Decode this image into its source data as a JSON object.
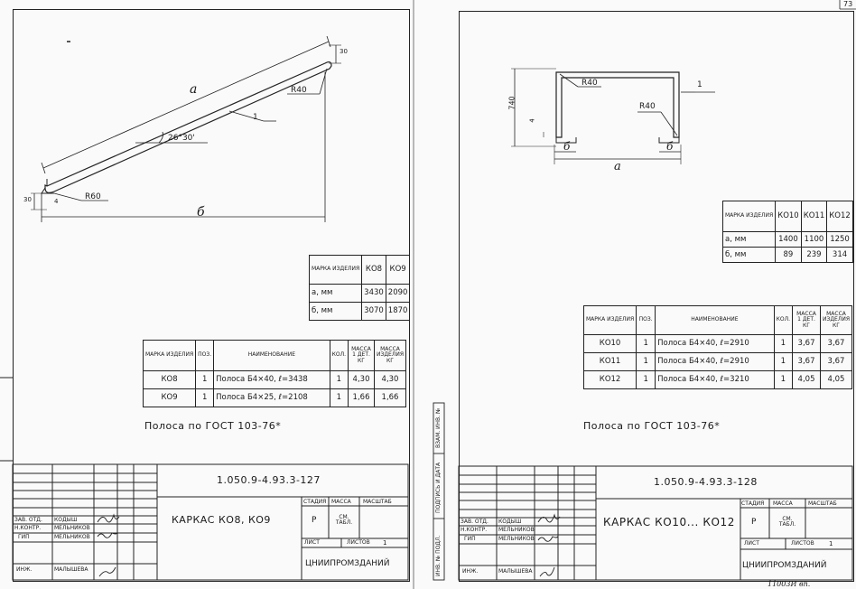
{
  "corner_number": "73",
  "bottom_code": "11003И вп.",
  "left_sheet": {
    "dims": {
      "a": "а",
      "b": "б",
      "r40": "R40",
      "r60": "R60",
      "angle": "26°30'",
      "pos1": "1",
      "h30a": "30",
      "h30b": "30",
      "w4": "4"
    },
    "dim_table": {
      "header": [
        "МАРКА ИЗДЕЛИЯ",
        "КО8",
        "КО9"
      ],
      "rows": [
        [
          "а, мм",
          "3430",
          "2090"
        ],
        [
          "б, мм",
          "3070",
          "1870"
        ]
      ]
    },
    "spec_table": {
      "header": [
        "МАРКА ИЗДЕЛИЯ",
        "ПОЗ.",
        "НАИМЕНОВАНИЕ",
        "КОЛ.",
        "МАССА 1 ДЕТ. КГ",
        "МАССА ИЗДЕЛИЯ КГ"
      ],
      "rows": [
        [
          "КО8",
          "1",
          "Полоса Б4×40, ℓ=3438",
          "1",
          "4,30",
          "4,30"
        ],
        [
          "КО9",
          "1",
          "Полоса Б4×25, ℓ=2108",
          "1",
          "1,66",
          "1,66"
        ]
      ]
    },
    "note": "Полоса по ГОСТ 103-76*",
    "title_block": {
      "doc_code": "1.050.9-4.93.3-127",
      "title": "КАРКАС КО8, КО9",
      "stage_label": "СТАДИЯ",
      "mass_label": "МАССА",
      "scale_label": "МАСШТАБ",
      "stage": "Р",
      "mass": "СМ. ТАБЛ.",
      "sheet_label": "ЛИСТ",
      "sheets_label": "ЛИСТОВ",
      "sheets": "1",
      "org": "ЦНИИПРОМЗДАНИЙ",
      "roles": [
        {
          "role": "ЗАВ. ОТД.",
          "name": "КОДЫШ"
        },
        {
          "role": "Н.КОНТР.",
          "name": "МЕЛЬНИКОВ"
        },
        {
          "role": "ГИП",
          "name": "МЕЛЬНИКОВ"
        }
      ],
      "inv_role": "ИНЖ.",
      "inv_name": "МАЛЫШЕВА"
    }
  },
  "right_sheet": {
    "dims": {
      "a": "а",
      "b1": "б",
      "b2": "б",
      "r40a": "R40",
      "r40b": "R40",
      "pos1": "1",
      "h740": "740",
      "w4": "4"
    },
    "side_stamps": [
      "ВЗАМ. ИНВ. №",
      "ПОДПИСЬ И ДАТА",
      "ИНВ. № ПОДЛ."
    ],
    "dim_table": {
      "header": [
        "МАРКА ИЗДЕЛИЯ",
        "КО10",
        "КО11",
        "КО12"
      ],
      "rows": [
        [
          "а, мм",
          "1400",
          "1100",
          "1250"
        ],
        [
          "б, мм",
          "89",
          "239",
          "314"
        ]
      ]
    },
    "spec_table": {
      "header": [
        "МАРКА ИЗДЕЛИЯ",
        "ПОЗ.",
        "НАИМЕНОВАНИЕ",
        "КОЛ.",
        "МАССА 1 ДЕТ. КГ",
        "МАССА ИЗДЕЛИЯ КГ"
      ],
      "rows": [
        [
          "КО10",
          "1",
          "Полоса Б4×40, ℓ=2910",
          "1",
          "3,67",
          "3,67"
        ],
        [
          "КО11",
          "1",
          "Полоса Б4×40, ℓ=2910",
          "1",
          "3,67",
          "3,67"
        ],
        [
          "КО12",
          "1",
          "Полоса Б4×40, ℓ=3210",
          "1",
          "4,05",
          "4,05"
        ]
      ]
    },
    "note": "Полоса по ГОСТ 103-76*",
    "title_block": {
      "doc_code": "1.050.9-4.93.3-128",
      "title": "КАРКАС КО10... КО12",
      "stage_label": "СТАДИЯ",
      "mass_label": "МАССА",
      "scale_label": "МАСШТАБ",
      "stage": "Р",
      "mass": "СМ. ТАБЛ.",
      "sheet_label": "ЛИСТ",
      "sheets_label": "ЛИСТОВ",
      "sheets": "1",
      "org": "ЦНИИПРОМЗДАНИЙ",
      "roles": [
        {
          "role": "ЗАВ. ОТД.",
          "name": "КОДЫШ"
        },
        {
          "role": "Н.КОНТР.",
          "name": "МЕЛЬНИКОВ"
        },
        {
          "role": "ГИП",
          "name": "МЕЛЬНИКОВ"
        }
      ],
      "inv_role": "ИНЖ.",
      "inv_name": "МАЛЫШЕВА"
    }
  }
}
